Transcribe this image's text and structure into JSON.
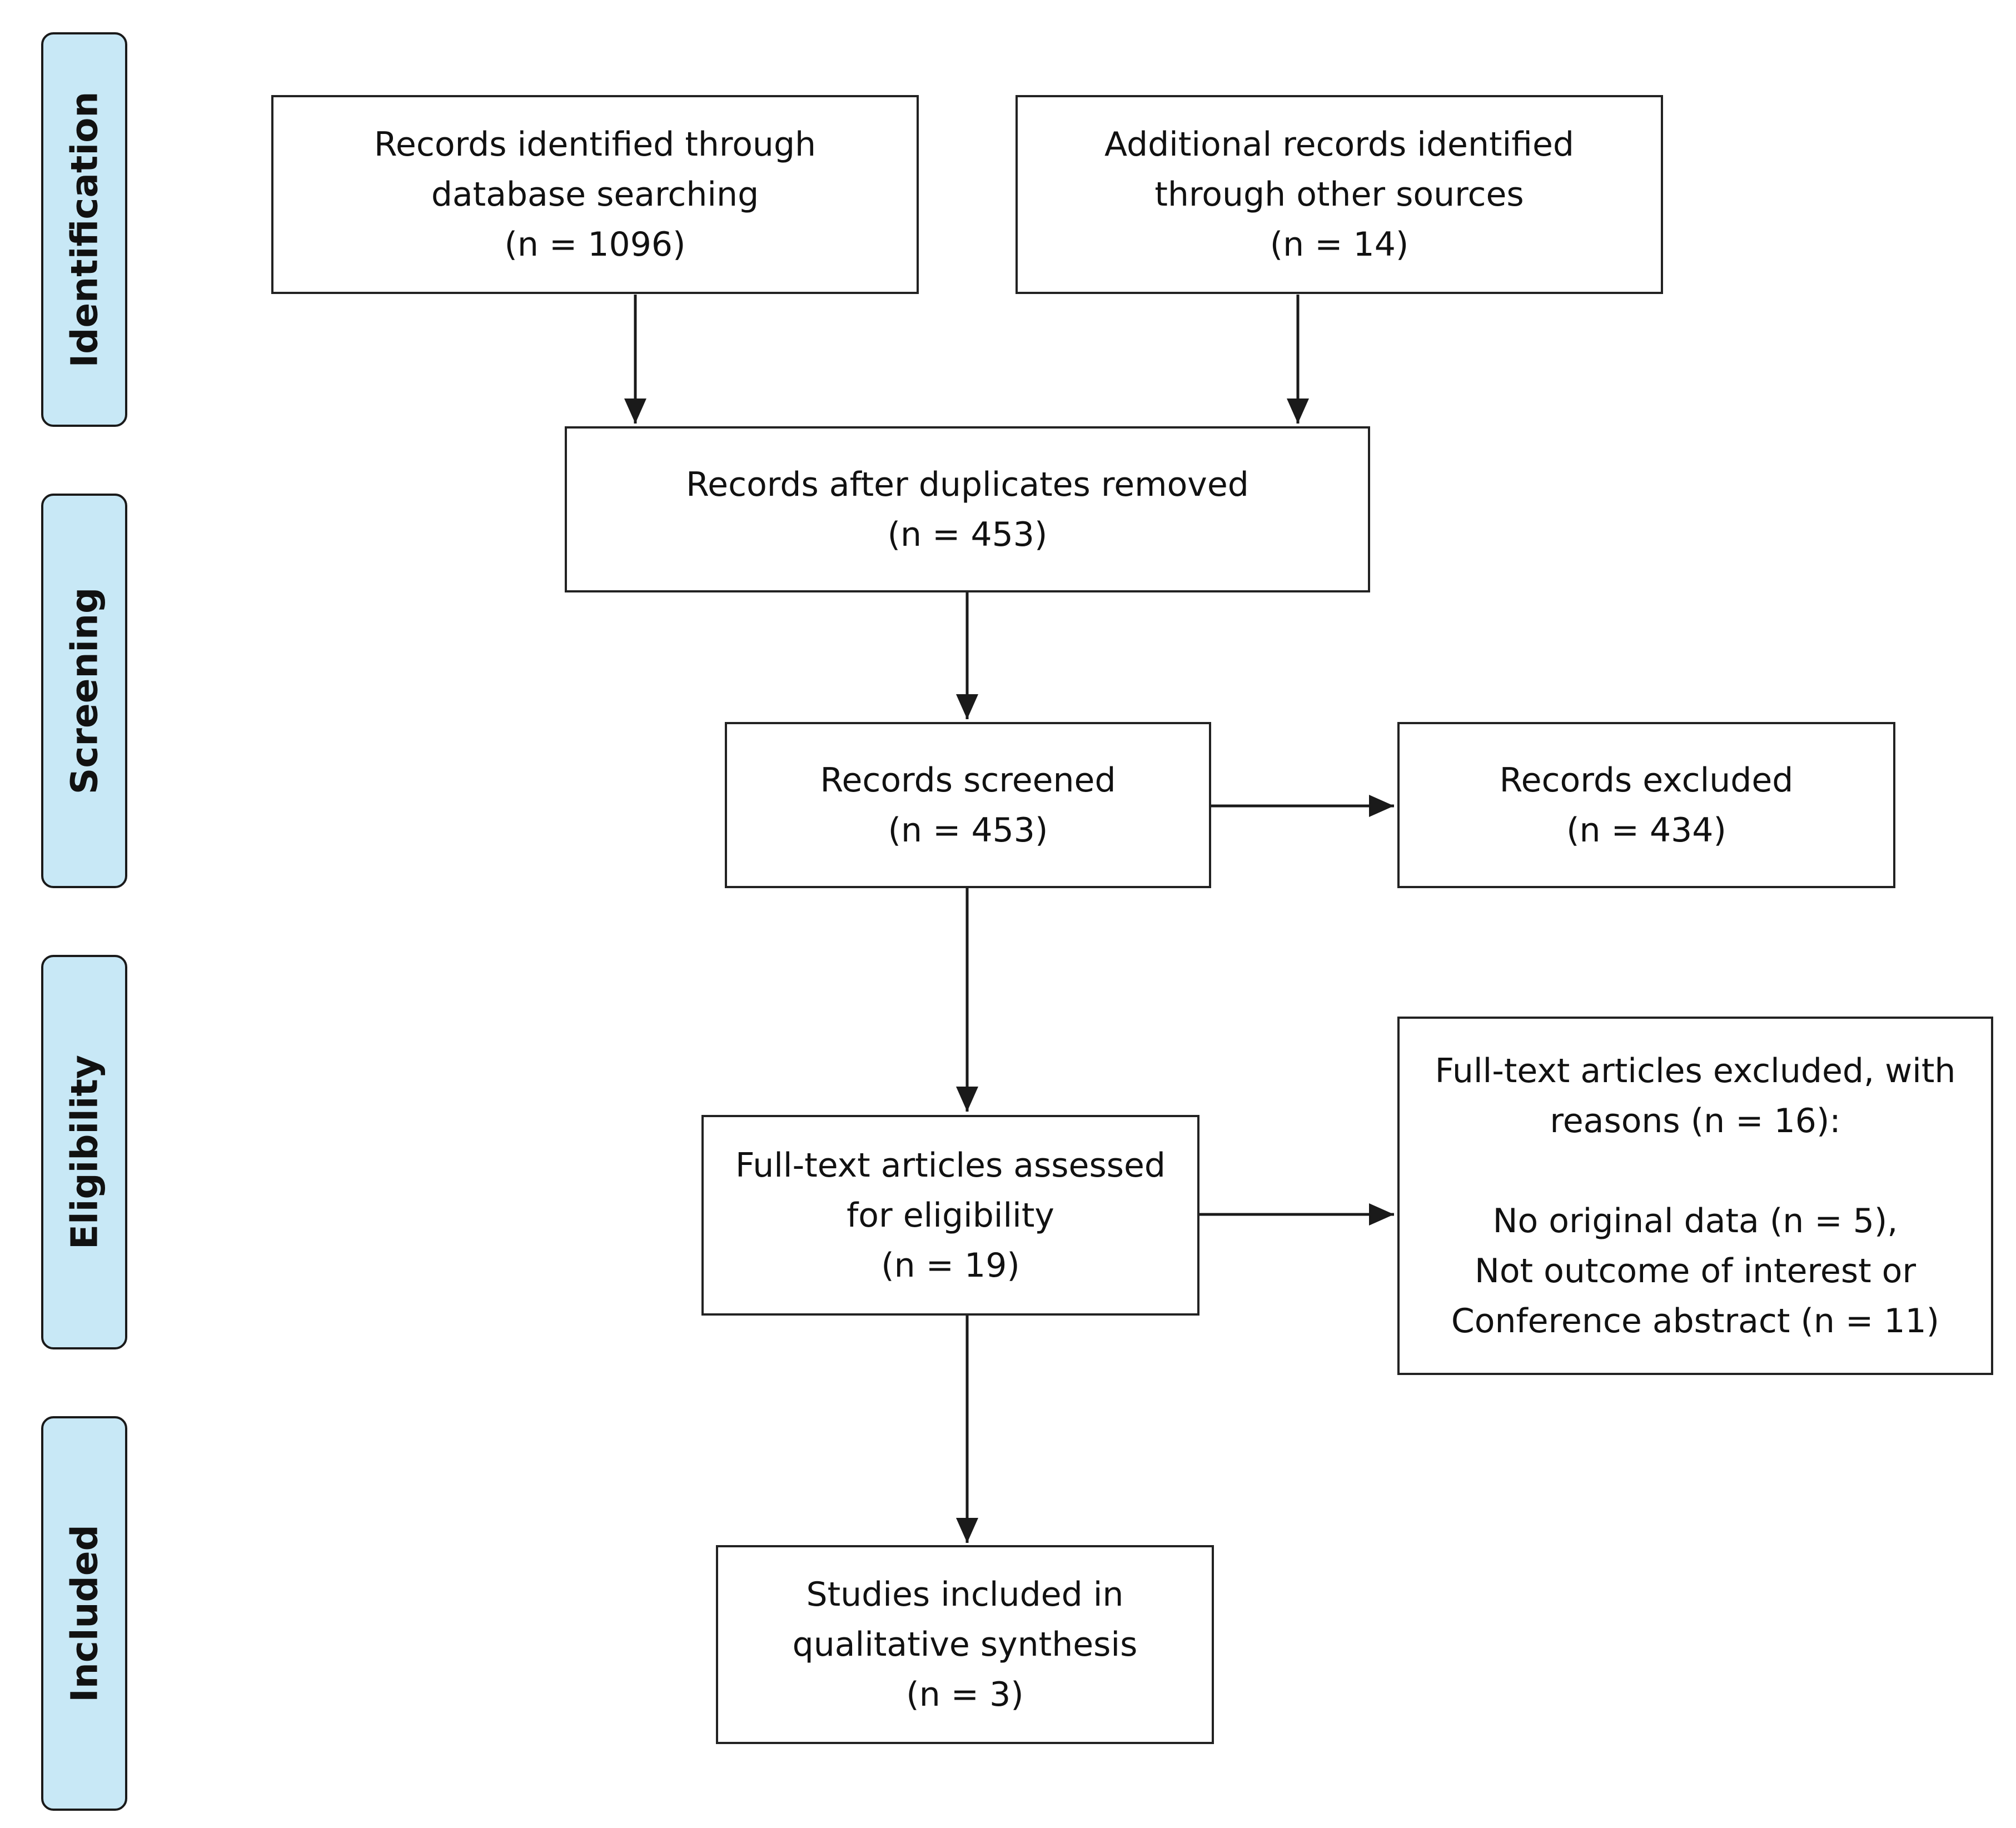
{
  "phases": {
    "identification": "Identification",
    "screening": "Screening",
    "eligibility": "Eligibility",
    "included": "Included"
  },
  "boxes": {
    "database_records": {
      "line1": "Records identified through",
      "line2": "database searching",
      "line3": "(n = 1096)"
    },
    "other_sources": {
      "line1": "Additional records identified",
      "line2": "through other sources",
      "line3": "(n = 14)"
    },
    "duplicates_removed": {
      "line1": "Records after duplicates removed",
      "line2": "(n = 453)"
    },
    "screened": {
      "line1": "Records screened",
      "line2": "(n = 453)"
    },
    "excluded": {
      "line1": "Records excluded",
      "line2": "(n = 434)"
    },
    "fulltext_assessed": {
      "line1": "Full-text articles assessed",
      "line2": "for eligibility",
      "line3": "(n = 19)"
    },
    "fulltext_excluded": {
      "line1": "Full-text articles excluded, with",
      "line2": "reasons (n = 16):",
      "line3": "No original data (n = 5),",
      "line4": "Not outcome of interest or",
      "line5": "Conference abstract (n = 11)"
    },
    "included_studies": {
      "line1": "Studies included in",
      "line2": "qualitative synthesis",
      "line3": "(n = 3)"
    }
  },
  "colors": {
    "phase_fill": "#c8e8f6",
    "line": "#1a1a1a"
  }
}
